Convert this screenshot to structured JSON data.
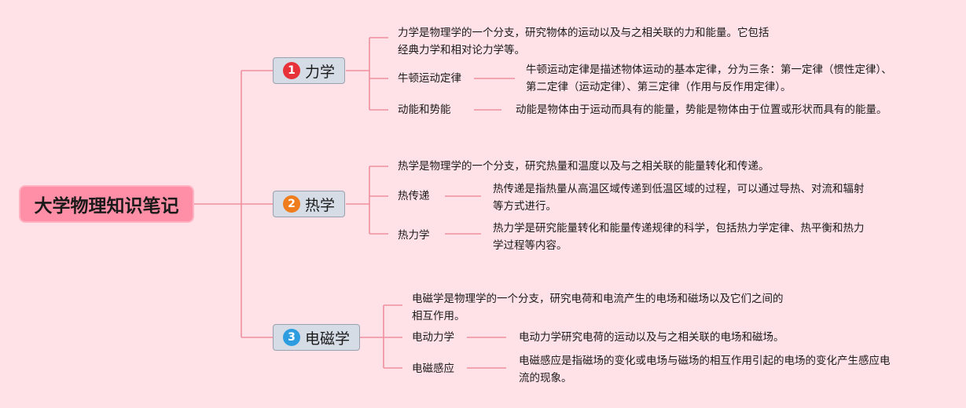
{
  "colors": {
    "background": "#ffe2e7",
    "root": "#ff8fa6",
    "branch": "#d5dce6",
    "line": "#f0909f",
    "num1": "#e8323a",
    "num2": "#ef7d1e",
    "num3": "#2e9de0"
  },
  "root": {
    "label": "大学物理知识笔记"
  },
  "branches": [
    {
      "num": "1",
      "label": "力学",
      "intro": [
        "力学是物理学的一个分支，研究物体的运动以及与之相关联的力和能量。它包括",
        "经典力学和相对论力学等。"
      ],
      "topics": [
        {
          "label": "牛顿运动定律",
          "detail": [
            "牛顿运动定律是描述物体运动的基本定律，分为三条：第一定律（惯性定律）、",
            "第二定律（运动定律）、第三定律（作用与反作用定律）。"
          ]
        },
        {
          "label": "动能和势能",
          "detail": [
            "动能是物体由于运动而具有的能量，势能是物体由于位置或形状而具有的能量。"
          ]
        }
      ]
    },
    {
      "num": "2",
      "label": "热学",
      "intro": [
        "热学是物理学的一个分支，研究热量和温度以及与之相关联的能量转化和传递。"
      ],
      "topics": [
        {
          "label": "热传递",
          "detail": [
            "热传递是指热量从高温区域传递到低温区域的过程，可以通过导热、对流和辐射",
            "等方式进行。"
          ]
        },
        {
          "label": "热力学",
          "detail": [
            "热力学是研究能量转化和能量传递规律的科学，包括热力学定律、热平衡和热力",
            "学过程等内容。"
          ]
        }
      ]
    },
    {
      "num": "3",
      "label": "电磁学",
      "intro": [
        "电磁学是物理学的一个分支，研究电荷和电流产生的电场和磁场以及它们之间的",
        "相互作用。"
      ],
      "topics": [
        {
          "label": "电动力学",
          "detail": [
            "电动力学研究电荷的运动以及与之相关联的电场和磁场。"
          ]
        },
        {
          "label": "电磁感应",
          "detail": [
            "电磁感应是指磁场的变化或电场与磁场的相互作用引起的电场的变化产生感应电",
            "流的现象。"
          ]
        }
      ]
    }
  ]
}
